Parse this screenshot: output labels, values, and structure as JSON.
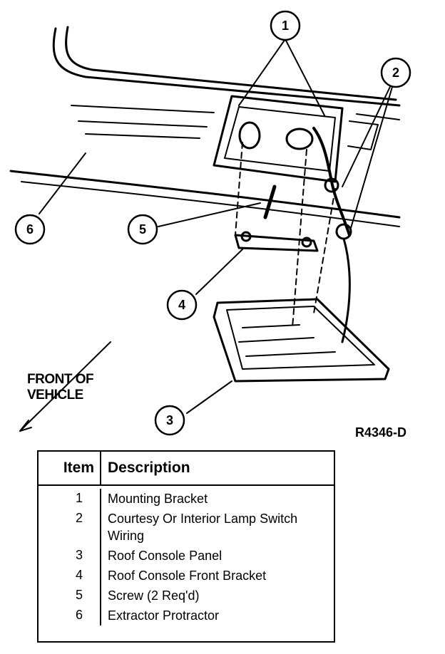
{
  "callouts": {
    "c1": "1",
    "c2": "2",
    "c3": "3",
    "c4": "4",
    "c5": "5",
    "c6": "6"
  },
  "front_label": {
    "line1": "FRONT OF",
    "line2": "VEHICLE"
  },
  "figure_id": "R4346-D",
  "legend": {
    "header_item": "Item",
    "header_description": "Description",
    "rows": [
      {
        "item": "1",
        "description": "Mounting Bracket"
      },
      {
        "item": "2",
        "description": "Courtesy Or Interior Lamp Switch Wiring"
      },
      {
        "item": "3",
        "description": "Roof Console Panel"
      },
      {
        "item": "4",
        "description": "Roof Console Front Bracket"
      },
      {
        "item": "5",
        "description": "Screw (2 Req'd)"
      },
      {
        "item": "6",
        "description": "Extractor Protractor"
      }
    ]
  }
}
